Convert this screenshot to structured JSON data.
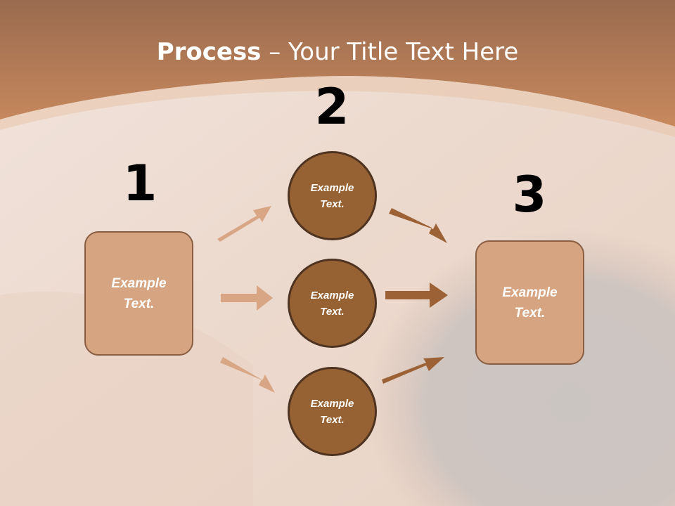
{
  "slide": {
    "title_bold": "Process",
    "title_rest": " – Your Title Text Here"
  },
  "steps": [
    {
      "number": "1",
      "label": "Example Text."
    },
    {
      "number": "2",
      "labels": [
        "Example Text.",
        "Example Text.",
        "Example Text."
      ]
    },
    {
      "number": "3",
      "label": "Example Text."
    }
  ],
  "colors": {
    "header": "#c38a63",
    "box_fill": "#d6a481",
    "circle_fill": "#976233",
    "arrow_light": "#d8a684",
    "arrow_dark": "#9c6236"
  }
}
